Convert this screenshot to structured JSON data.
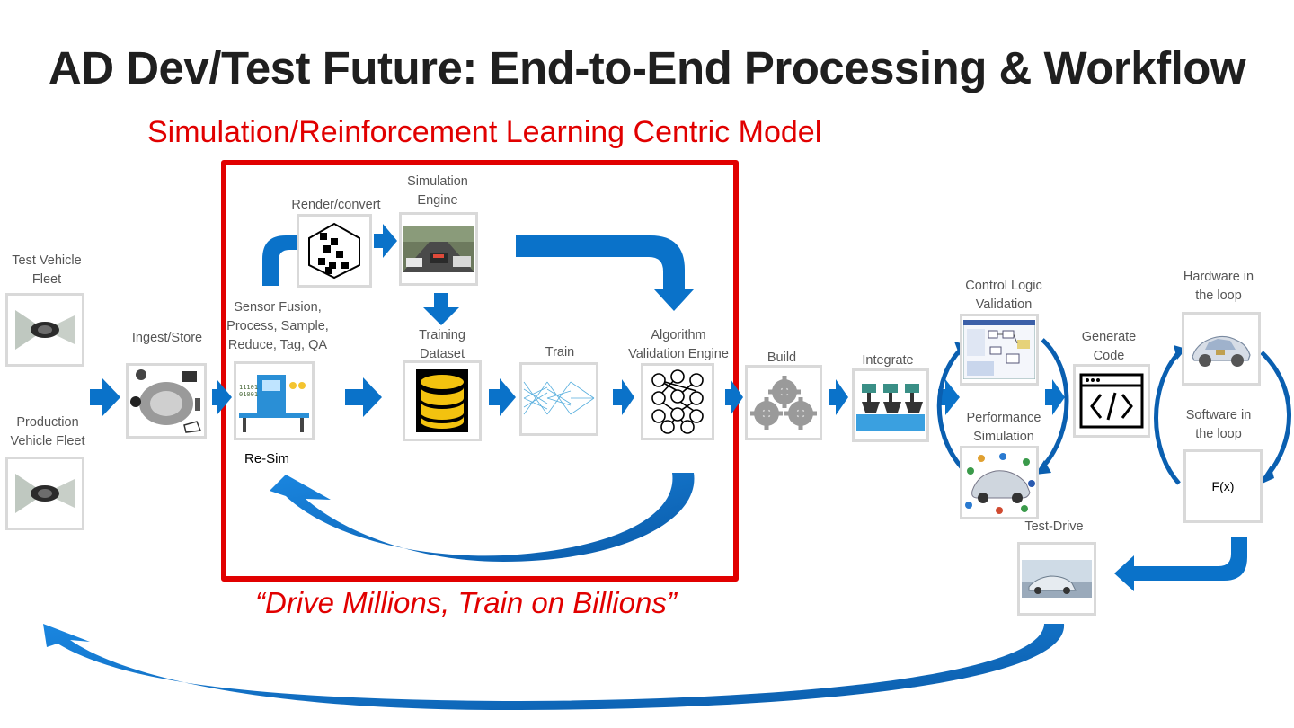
{
  "title": "AD Dev/Test Future: End-to-End Processing & Workflow",
  "subtitle": "Simulation/Reinforcement Learning Centric Model",
  "tagline": "“Drive Millions, Train on Billions”",
  "colors": {
    "accent_red": "#e10000",
    "arrow_blue": "#0a72c9",
    "card_border": "#d9d9d9",
    "label_gray": "#555555"
  },
  "labels": {
    "test_vehicle_fleet": "Test Vehicle Fleet",
    "production_vehicle_fleet": "Production Vehicle Fleet",
    "ingest_store": "Ingest/Store",
    "sensor_fusion": "Sensor Fusion, Process, Sample, Reduce, Tag, QA",
    "render_convert": "Render/convert",
    "simulation_engine": "Simulation Engine",
    "training_dataset": "Training Dataset",
    "train": "Train",
    "algorithm_validation": "Algorithm Validation Engine",
    "re_sim": "Re-Sim",
    "build": "Build",
    "integrate": "Integrate",
    "control_logic_validation": "Control Logic Validation",
    "performance_simulation": "Performance Simulation",
    "generate_code": "Generate Code",
    "hardware_in_loop": "Hardware in the loop",
    "software_in_loop": "Software in the loop",
    "software_fx": "F(x)",
    "test_drive": "Test-Drive"
  },
  "icons": [
    "vehicle-sensor-icon",
    "sensor-data-collage-icon",
    "factory-processing-icon",
    "hexagon-cubes-icon",
    "driving-simulation-image",
    "database-icon",
    "neural-net-image",
    "neural-network-icon",
    "gears-icon",
    "integration-plugs-icon",
    "control-logic-screenshot",
    "performance-car-icon",
    "code-window-icon",
    "car-cutaway-image",
    "test-drive-image"
  ]
}
